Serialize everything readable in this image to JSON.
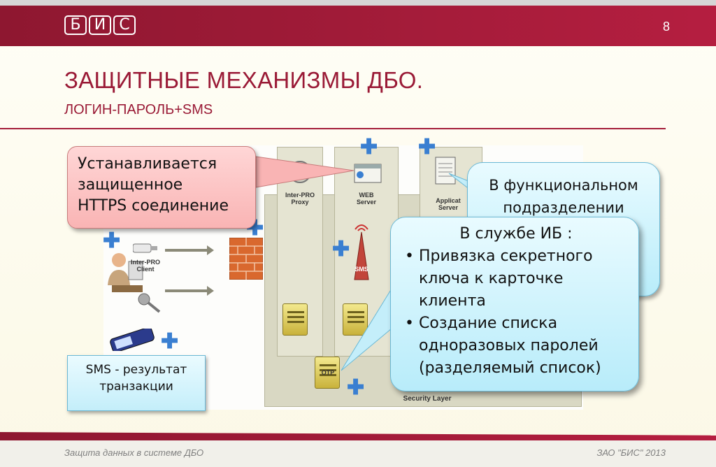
{
  "header": {
    "logo_letters": [
      "Б",
      "И",
      "С"
    ],
    "page_number": "8",
    "accent_color": "#a31c3a"
  },
  "title": "ЗАЩИТНЫЕ МЕХАНИЗМЫ ДБО.",
  "subtitle": "ЛОГИН-ПАРОЛЬ+SMS",
  "diagram": {
    "labels": {
      "proxy": [
        "Inter-PRO",
        "Proxy"
      ],
      "web": [
        "WEB",
        "Server"
      ],
      "app": [
        "Applicat",
        "Server"
      ],
      "client": [
        "Inter-PRO",
        "Client"
      ],
      "sms": "SMS",
      "otp": "OTP",
      "security_layer": "Security Layer"
    },
    "icons": [
      "client-user-icon",
      "usb-key-icon",
      "key-icon",
      "phone-icon",
      "firewall-icon",
      "sms-tower-icon",
      "server-icon",
      "plus-icon"
    ]
  },
  "callouts": {
    "https": [
      "Устанавливается",
      "защищенное",
      "HTTPS соединение"
    ],
    "func_dept": [
      "В функциональном",
      "подразделении"
    ],
    "ib_header": "В службе ИБ :",
    "ib_items": [
      "Привязка секретного ключа к карточке клиента",
      "Создание списка одноразовых паролей (разделяемый список)"
    ],
    "sms_note": [
      "SMS - результат",
      "транзакции"
    ]
  },
  "footer": {
    "left": "Защита данных в системе ДБО",
    "right": "ЗАО \"БИС\" 2013"
  }
}
